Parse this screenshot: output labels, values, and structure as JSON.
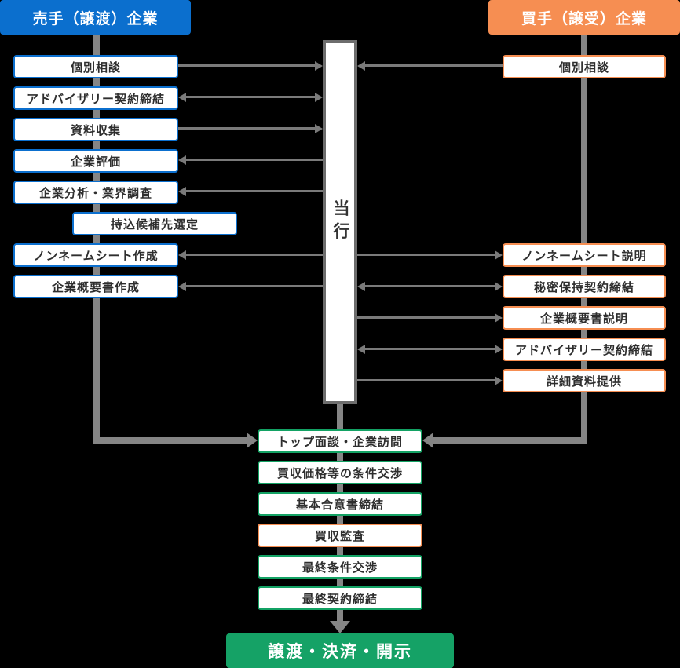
{
  "left_column": {
    "header": "売手（譲渡）企業",
    "steps": [
      "個別相談",
      "アドバイザリー契約締結",
      "資料収集",
      "企業評価",
      "企業分析・業界調査",
      "持込候補先選定",
      "ノンネームシート作成",
      "企業概要書作成"
    ]
  },
  "right_column": {
    "header": "買手（譲受）企業",
    "steps": [
      "個別相談",
      "ノンネームシート説明",
      "秘密保持契約締結",
      "企業概要書説明",
      "アドバイザリー契約締結",
      "詳細資料提供"
    ]
  },
  "center_column": {
    "bank_label": "当行",
    "steps": [
      "トップ面談・企業訪問",
      "買収価格等の条件交渉",
      "基本合意書締結",
      "買収監査",
      "最終条件交渉",
      "最終契約締結"
    ],
    "final_step": "譲渡・決済・開示"
  },
  "colors": {
    "seller_blue": "#0b6fce",
    "buyer_orange": "#f68e52",
    "process_green": "#13a264",
    "final_green_fill": "#15a266",
    "connector_gray_thick": "#858585",
    "connector_gray_thin": "#7a7a7a",
    "bank_border_gray": "#6d6d6d",
    "box_text": "#2e2e2e",
    "background": "#000000"
  }
}
